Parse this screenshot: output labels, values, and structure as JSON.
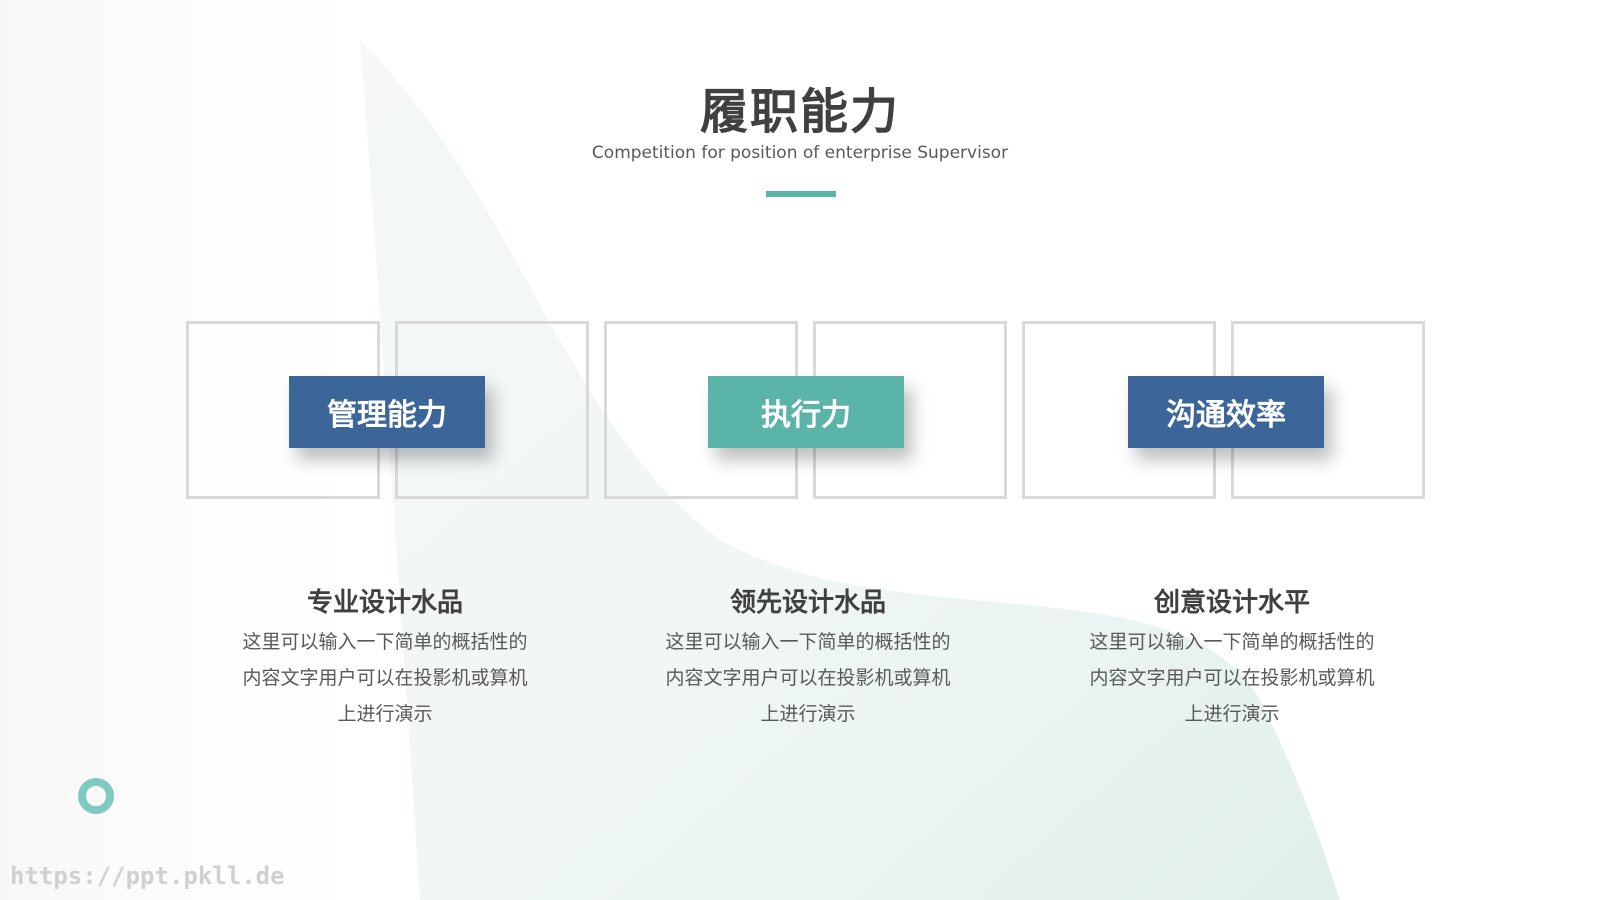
{
  "title": "履职能力",
  "subtitle": "Competition for position of enterprise Supervisor",
  "colors": {
    "accent_teal": "#5ab4a8",
    "accent_blue": "#3c6699",
    "frame_border": "#d9d9d9",
    "title_text": "#404040",
    "body_text": "#595959"
  },
  "cards": [
    {
      "label": "管理能力",
      "color": "#3c6699",
      "heading": "专业设计水品",
      "desc_lines": [
        "这里可以输入一下简单的概括性的",
        "内容文字用户可以在投影机或算机",
        "上进行演示"
      ]
    },
    {
      "label": "执行力",
      "color": "#5ab4a8",
      "heading": "领先设计水品",
      "desc_lines": [
        "这里可以输入一下简单的概括性的",
        "内容文字用户可以在投影机或算机",
        "上进行演示"
      ]
    },
    {
      "label": "沟通效率",
      "color": "#3c6699",
      "heading": "创意设计水平",
      "desc_lines": [
        "这里可以输入一下简单的概括性的",
        "内容文字用户可以在投影机或算机",
        "上进行演示"
      ]
    }
  ],
  "watermark": "https://ppt.pkll.de"
}
